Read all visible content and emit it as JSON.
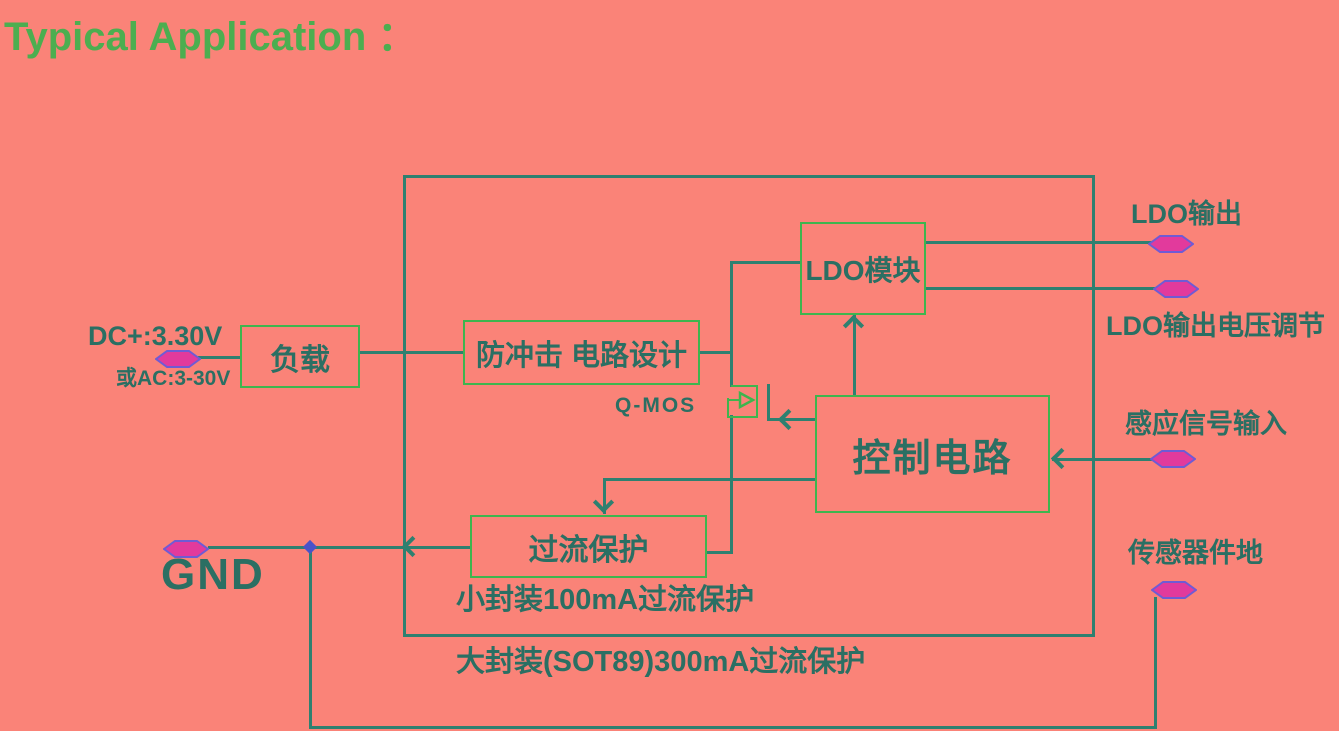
{
  "title": "Typical Application ：",
  "colors": {
    "background": "#fa8378",
    "wire": "#2e8070",
    "block_border": "#3eb54e",
    "text": "#2b6f63",
    "title": "#4cae50",
    "pad_fill": "#e23a9c",
    "pad_stroke": "#6f5bd4",
    "junction": "#4a52c8"
  },
  "blocks": {
    "load": {
      "label": "负载"
    },
    "surge": {
      "label": "防冲击 电路设计"
    },
    "ldo": {
      "label": "LDO模块"
    },
    "control": {
      "label": "控制电路"
    },
    "ocp": {
      "label": "过流保护"
    }
  },
  "pins": {
    "dc_in": {
      "label": "DC+:3.30V",
      "sublabel": "或AC:3-30V"
    },
    "gnd": {
      "label": "GND"
    },
    "ldo_out": {
      "label": "LDO输出"
    },
    "ldo_adj": {
      "label": "LDO输出电压调节"
    },
    "signal_in": {
      "label": "感应信号输入"
    },
    "sensor_gnd": {
      "label": "传感器件地"
    }
  },
  "annotations": {
    "qmos": "Q-MOS",
    "ocp_small": "小封装100mA过流保护",
    "ocp_large": "大封装(SOT89)300mA过流保护"
  }
}
